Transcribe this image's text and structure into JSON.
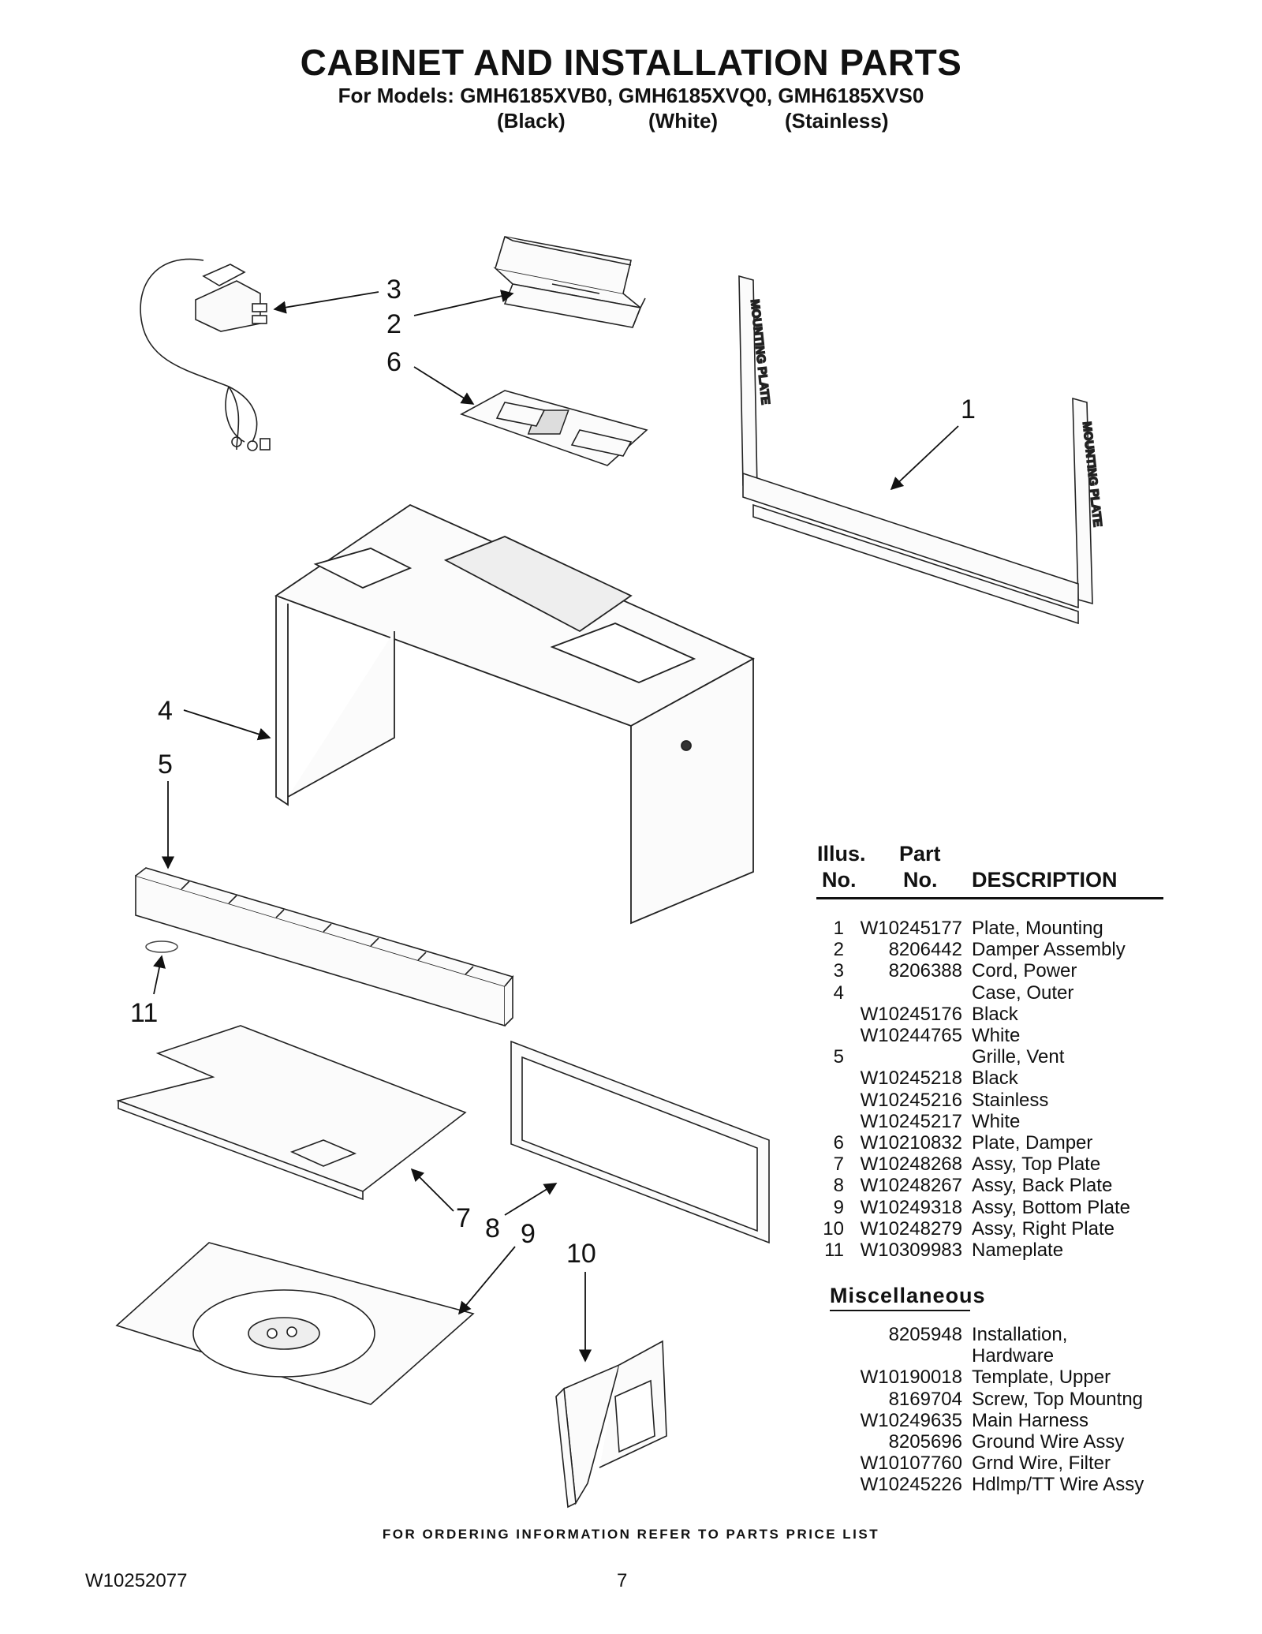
{
  "header": {
    "title": "CABINET AND INSTALLATION PARTS",
    "models_line": "For Models: GMH6185XVB0, GMH6185XVQ0, GMH6185XVS0",
    "variants": [
      "(Black)",
      "(White)",
      "(Stainless)"
    ]
  },
  "diagram": {
    "callouts": [
      "1",
      "2",
      "3",
      "4",
      "5",
      "6",
      "7",
      "8",
      "9",
      "10",
      "11"
    ],
    "plate_label": "MOUNTING PLATE"
  },
  "parts_table": {
    "headers": {
      "illus_1": "Illus.",
      "illus_2": "No.",
      "part_1": "Part",
      "part_2": "No.",
      "description": "DESCRIPTION"
    },
    "rows": [
      {
        "no": "1",
        "part": "W10245177",
        "desc": "Plate, Mounting"
      },
      {
        "no": "2",
        "part": "8206442",
        "desc": "Damper Assembly"
      },
      {
        "no": "3",
        "part": "8206388",
        "desc": "Cord, Power"
      },
      {
        "no": "4",
        "part": "",
        "desc": "Case, Outer"
      },
      {
        "no": "",
        "part": "W10245176",
        "desc": "Black"
      },
      {
        "no": "",
        "part": "W10244765",
        "desc": "White"
      },
      {
        "no": "5",
        "part": "",
        "desc": "Grille, Vent"
      },
      {
        "no": "",
        "part": "W10245218",
        "desc": "Black"
      },
      {
        "no": "",
        "part": "W10245216",
        "desc": "Stainless"
      },
      {
        "no": "",
        "part": "W10245217",
        "desc": "White"
      },
      {
        "no": "6",
        "part": "W10210832",
        "desc": "Plate, Damper"
      },
      {
        "no": "7",
        "part": "W10248268",
        "desc": "Assy, Top Plate"
      },
      {
        "no": "8",
        "part": "W10248267",
        "desc": "Assy, Back Plate"
      },
      {
        "no": "9",
        "part": "W10249318",
        "desc": "Assy, Bottom Plate"
      },
      {
        "no": "10",
        "part": "W10248279",
        "desc": "Assy, Right Plate"
      },
      {
        "no": "11",
        "part": "W10309983",
        "desc": "Nameplate"
      }
    ]
  },
  "miscellaneous": {
    "heading": "Miscellaneous",
    "rows": [
      {
        "part": "8205948",
        "desc": "Installation,"
      },
      {
        "part": "",
        "desc": "Hardware"
      },
      {
        "part": "W10190018",
        "desc": "Template, Upper"
      },
      {
        "part": "8169704",
        "desc": "Screw, Top Mountng"
      },
      {
        "part": "W10249635",
        "desc": "Main Harness"
      },
      {
        "part": "8205696",
        "desc": "Ground Wire Assy"
      },
      {
        "part": "W10107760",
        "desc": "Grnd Wire, Filter"
      },
      {
        "part": "W10245226",
        "desc": "Hdlmp/TT Wire Assy"
      }
    ]
  },
  "footer": {
    "note": "FOR ORDERING INFORMATION REFER TO PARTS PRICE LIST",
    "doc_id": "W10252077",
    "page": "7"
  }
}
